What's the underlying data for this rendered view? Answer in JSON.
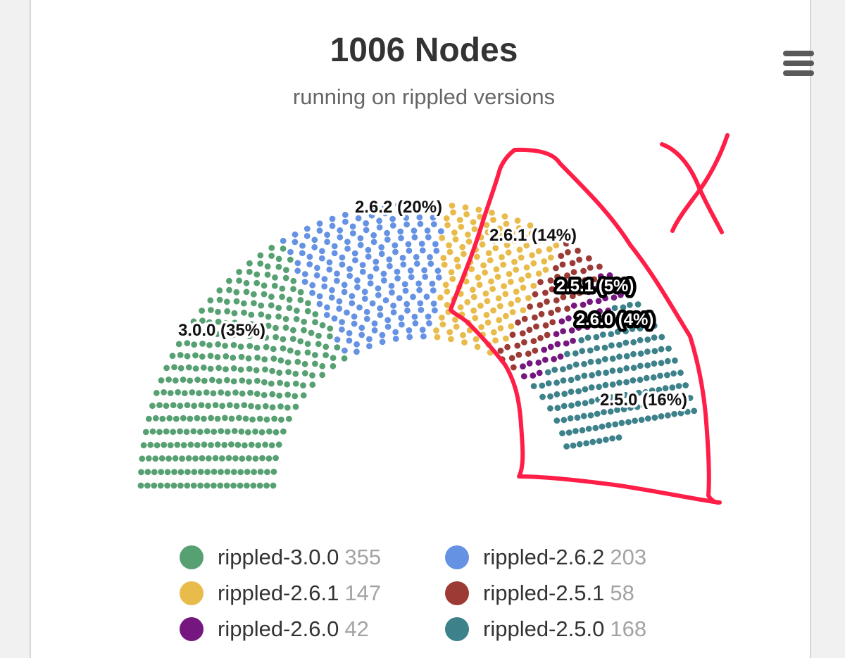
{
  "header": {
    "title": "1006 Nodes",
    "subtitle": "running on rippled versions"
  },
  "menu": {
    "icon": "hamburger-menu-icon"
  },
  "chart_data": {
    "type": "parliament",
    "title": "1006 Nodes",
    "subtitle": "running on rippled versions",
    "total": 1006,
    "rows": 21,
    "series": [
      {
        "name": "rippled-3.0.0",
        "short": "3.0.0",
        "value": 355,
        "percent": "35%",
        "color": "#56a072"
      },
      {
        "name": "rippled-2.6.2",
        "short": "2.6.2",
        "value": 203,
        "percent": "20%",
        "color": "#6592e3"
      },
      {
        "name": "rippled-2.6.1",
        "short": "2.6.1",
        "value": 147,
        "percent": "14%",
        "color": "#e8bb4a"
      },
      {
        "name": "rippled-2.5.1",
        "short": "2.5.1",
        "value": 58,
        "percent": "5%",
        "color": "#9c3a35"
      },
      {
        "name": "rippled-2.6.0",
        "short": "2.6.0",
        "value": 42,
        "percent": "4%",
        "color": "#76167f"
      },
      {
        "name": "rippled-2.5.0",
        "short": "2.5.0",
        "value": 168,
        "percent": "16%",
        "color": "#3d818b"
      }
    ],
    "data_labels": [
      "2.6.2 (20%)",
      "2.6.1 (14%)",
      "3.0.0 (35%)",
      "2.5.1 (5%)",
      "2.6.0 (4%)",
      "2.5.0 (16%)"
    ],
    "legend": "bottom"
  },
  "annotation": {
    "color": "#ff1e47",
    "mark": "X"
  }
}
